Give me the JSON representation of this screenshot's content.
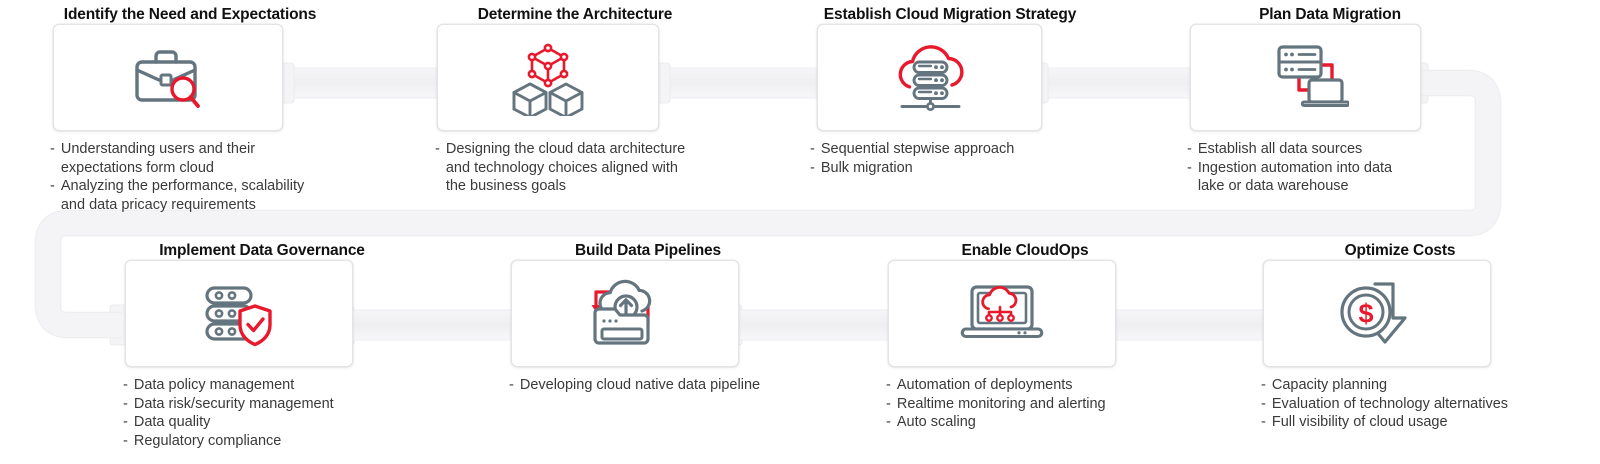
{
  "theme": {
    "accent_red": "#e8192c",
    "icon_gray": "#64757f",
    "title_color": "#111111",
    "body_color": "#3a3a3a",
    "card_bg": "#ffffff",
    "card_border": "#e4e4e6",
    "connector_color": "#f1f1f3",
    "page_bg": "#ffffff"
  },
  "flow": {
    "rows": 2,
    "steps_per_row": 4,
    "direction": "left-to-right-then-wrap"
  },
  "steps": [
    {
      "index": 1,
      "title": "Identify the Need and Expectations",
      "icon": "briefcase-magnifier-icon",
      "bullets": [
        "Understanding users and their\nexpectations form cloud",
        "Analyzing the performance, scalability\nand data pricacy requirements"
      ]
    },
    {
      "index": 2,
      "title": "Determine the Architecture",
      "icon": "cube-network-icon",
      "bullets": [
        "Designing the cloud data architecture\nand technology choices aligned with\nthe business goals"
      ]
    },
    {
      "index": 3,
      "title": "Establish Cloud Migration Strategy",
      "icon": "cloud-server-icon",
      "bullets": [
        "Sequential stepwise approach",
        "Bulk migration"
      ]
    },
    {
      "index": 4,
      "title": "Plan Data Migration",
      "icon": "server-to-laptop-icon",
      "bullets": [
        "Establish all data sources",
        "Ingestion automation into data\nlake or data warehouse"
      ]
    },
    {
      "index": 5,
      "title": "Implement Data Governance",
      "icon": "database-shield-check-icon",
      "bullets": [
        "Data policy management",
        "Data risk/security management",
        "Data quality",
        "Regulatory compliance"
      ]
    },
    {
      "index": 6,
      "title": "Build Data Pipelines",
      "icon": "folder-cloud-upload-icon",
      "bullets": [
        "Developing cloud native data pipeline"
      ]
    },
    {
      "index": 7,
      "title": "Enable CloudOps",
      "icon": "laptop-cloud-network-icon",
      "bullets": [
        "Automation of deployments",
        "Realtime monitoring and alerting",
        "Auto scaling"
      ]
    },
    {
      "index": 8,
      "title": "Optimize Costs",
      "icon": "dollar-coin-down-arrow-icon",
      "bullets": [
        "Capacity planning",
        "Evaluation of technology alternatives",
        "Full visibility of cloud usage"
      ]
    }
  ],
  "bullet_marker": "-"
}
